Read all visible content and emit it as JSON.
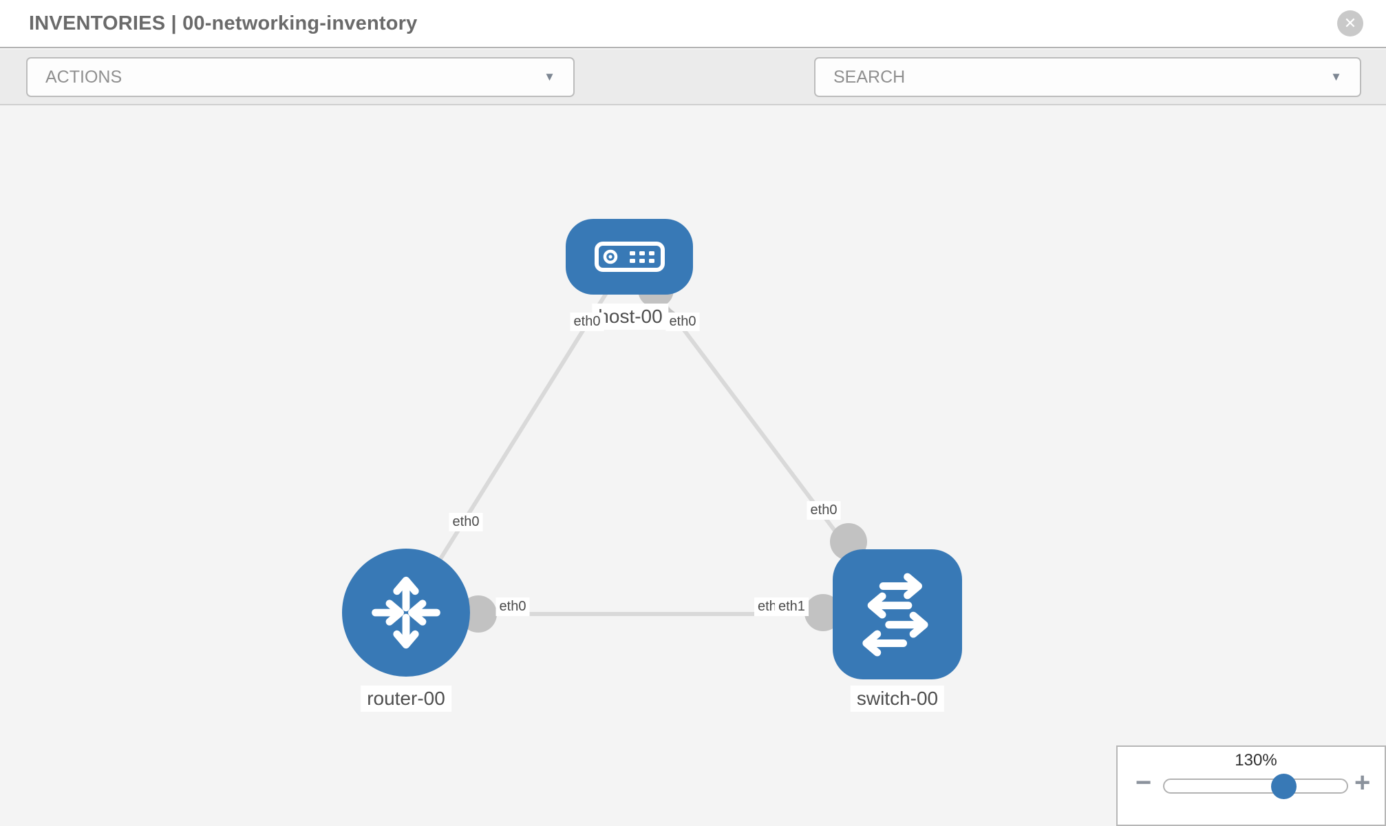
{
  "header": {
    "title": "INVENTORIES | 00-networking-inventory"
  },
  "icons": {
    "close_glyph": "✕",
    "caret_glyph": "▼",
    "minus_glyph": "−",
    "plus_glyph": "+"
  },
  "toolbar": {
    "actions_label": "ACTIONS",
    "search_placeholder": "SEARCH"
  },
  "topology": {
    "nodes": [
      {
        "id": "host-00",
        "type": "host",
        "label": "host-00"
      },
      {
        "id": "router-00",
        "type": "router",
        "label": "router-00"
      },
      {
        "id": "switch-00",
        "type": "switch",
        "label": "switch-00"
      }
    ],
    "links": [
      {
        "from": "host-00",
        "from_iface": "eth0",
        "to": "router-00",
        "to_iface": "eth0"
      },
      {
        "from": "host-00",
        "from_iface": "eth0",
        "to": "switch-00",
        "to_iface": "eth0"
      },
      {
        "from": "router-00",
        "from_iface": "eth0",
        "to": "switch-00",
        "to_iface": "eth1"
      }
    ],
    "node_labels": {
      "host": "host-00",
      "router": "router-00",
      "switch": "switch-00"
    },
    "iface_labels": {
      "host_left": "eth0",
      "host_right": "eth0",
      "router_top": "eth0",
      "switch_top": "eth0",
      "link_bottom_left": "eth0",
      "link_bottom_right_under": "eth0",
      "link_bottom_right_over": "eth1"
    }
  },
  "zoom_control": {
    "percent": 130,
    "value_label": "130%"
  },
  "colors": {
    "node_blue": "#3879b6",
    "edge_gray": "#d9d9d9",
    "connector_gray": "#c2c2c2",
    "toolbar_gray": "#ebebeb"
  }
}
